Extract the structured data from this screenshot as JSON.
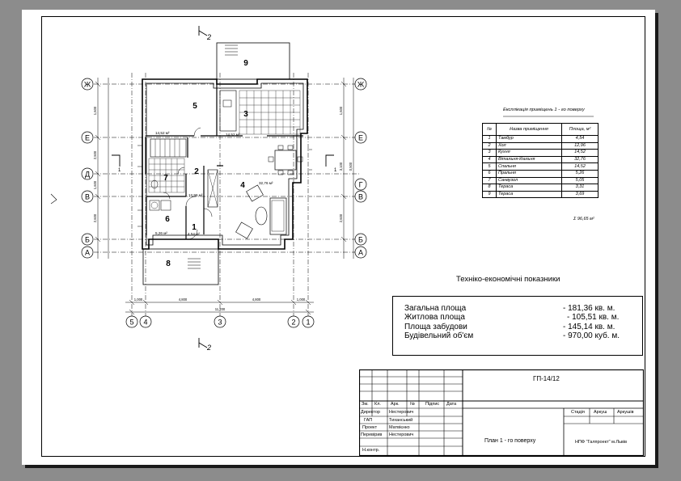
{
  "title_stamp": {
    "code": "ГП-14/12",
    "sheet_title": "План 1 - го поверху",
    "company": "НПФ \"Галпроект\" м.Львів",
    "col_headers": [
      "Зм.",
      "Кл.",
      "Арк.",
      "№",
      "Підпис",
      "Дата"
    ],
    "stage_headers": [
      "Стадія",
      "Аркуш",
      "Аркушів"
    ],
    "roles": [
      {
        "role": "Директор",
        "name": "Нестерович"
      },
      {
        "role": "ГАП",
        "name": "Тиханський"
      },
      {
        "role": "Проект",
        "name": "Матвієнко"
      },
      {
        "role": "Перевірив",
        "name": "Нестерович"
      },
      {
        "role": "Н.контр.",
        "name": ""
      }
    ]
  },
  "explication": {
    "title": "Експлікація приміщень 1 - го поверху",
    "headers": [
      "№",
      "Назва приміщення",
      "Площа, м²"
    ],
    "rows": [
      {
        "n": "1",
        "name": "Тамбур",
        "area": "4,54"
      },
      {
        "n": "2",
        "name": "Хол",
        "area": "12,96"
      },
      {
        "n": "3",
        "name": "Кухня",
        "area": "14,52"
      },
      {
        "n": "4",
        "name": "Вітальня-їдальня",
        "area": "32,76"
      },
      {
        "n": "5",
        "name": "Спальня",
        "area": "14,52"
      },
      {
        "n": "6",
        "name": "Пральня",
        "area": "5,26"
      },
      {
        "n": "7",
        "name": "Санвузол",
        "area": "5,05"
      },
      {
        "n": "8",
        "name": "Тераса",
        "area": "3,31"
      },
      {
        "n": "9",
        "name": "Тераса",
        "area": "3,69"
      }
    ],
    "total": "Σ 96,65 м²"
  },
  "indicators": {
    "title": "Техніко-економічні показники",
    "rows": [
      {
        "label": "Загальна площа",
        "value": "- 181,36 кв. м."
      },
      {
        "label": "Житлова площа",
        "value": "- 105,51 кв. м."
      },
      {
        "label": "Площа забудови",
        "value": "- 145,14 кв. м."
      },
      {
        "label": "Будівельний об'єм",
        "value": "- 970,00 куб. м."
      }
    ]
  },
  "plan": {
    "axes_letters": [
      "Ж",
      "Е",
      "Д",
      "В",
      "Б",
      "А"
    ],
    "axes_letters_right": [
      "Ж",
      "Е",
      "Г",
      "В",
      "Б",
      "А"
    ],
    "axes_numbers": [
      "5",
      "4",
      "3",
      "2",
      "1"
    ],
    "room_numbers": [
      "1",
      "2",
      "3",
      "4",
      "5",
      "6",
      "7",
      "8",
      "9"
    ],
    "room_areas": {
      "r5": "14,52 м²",
      "r3": "14,52 м²",
      "r4": "32,76 м²",
      "r2": "12,96 м²",
      "r6": "5,26 м²",
      "r1": "4,54 м²"
    },
    "section_label": "2",
    "section_side": "1",
    "dims_bottom": [
      "1,000",
      "4,800",
      "4,800",
      "1,000"
    ],
    "dim_total": "11,200",
    "dims_left": [
      "1,600",
      "2,500",
      "1,600",
      "2,600"
    ],
    "dims_right": [
      "1,600",
      "3,100",
      "2,600"
    ],
    "dims_right_inner": [
      "0,500"
    ]
  }
}
